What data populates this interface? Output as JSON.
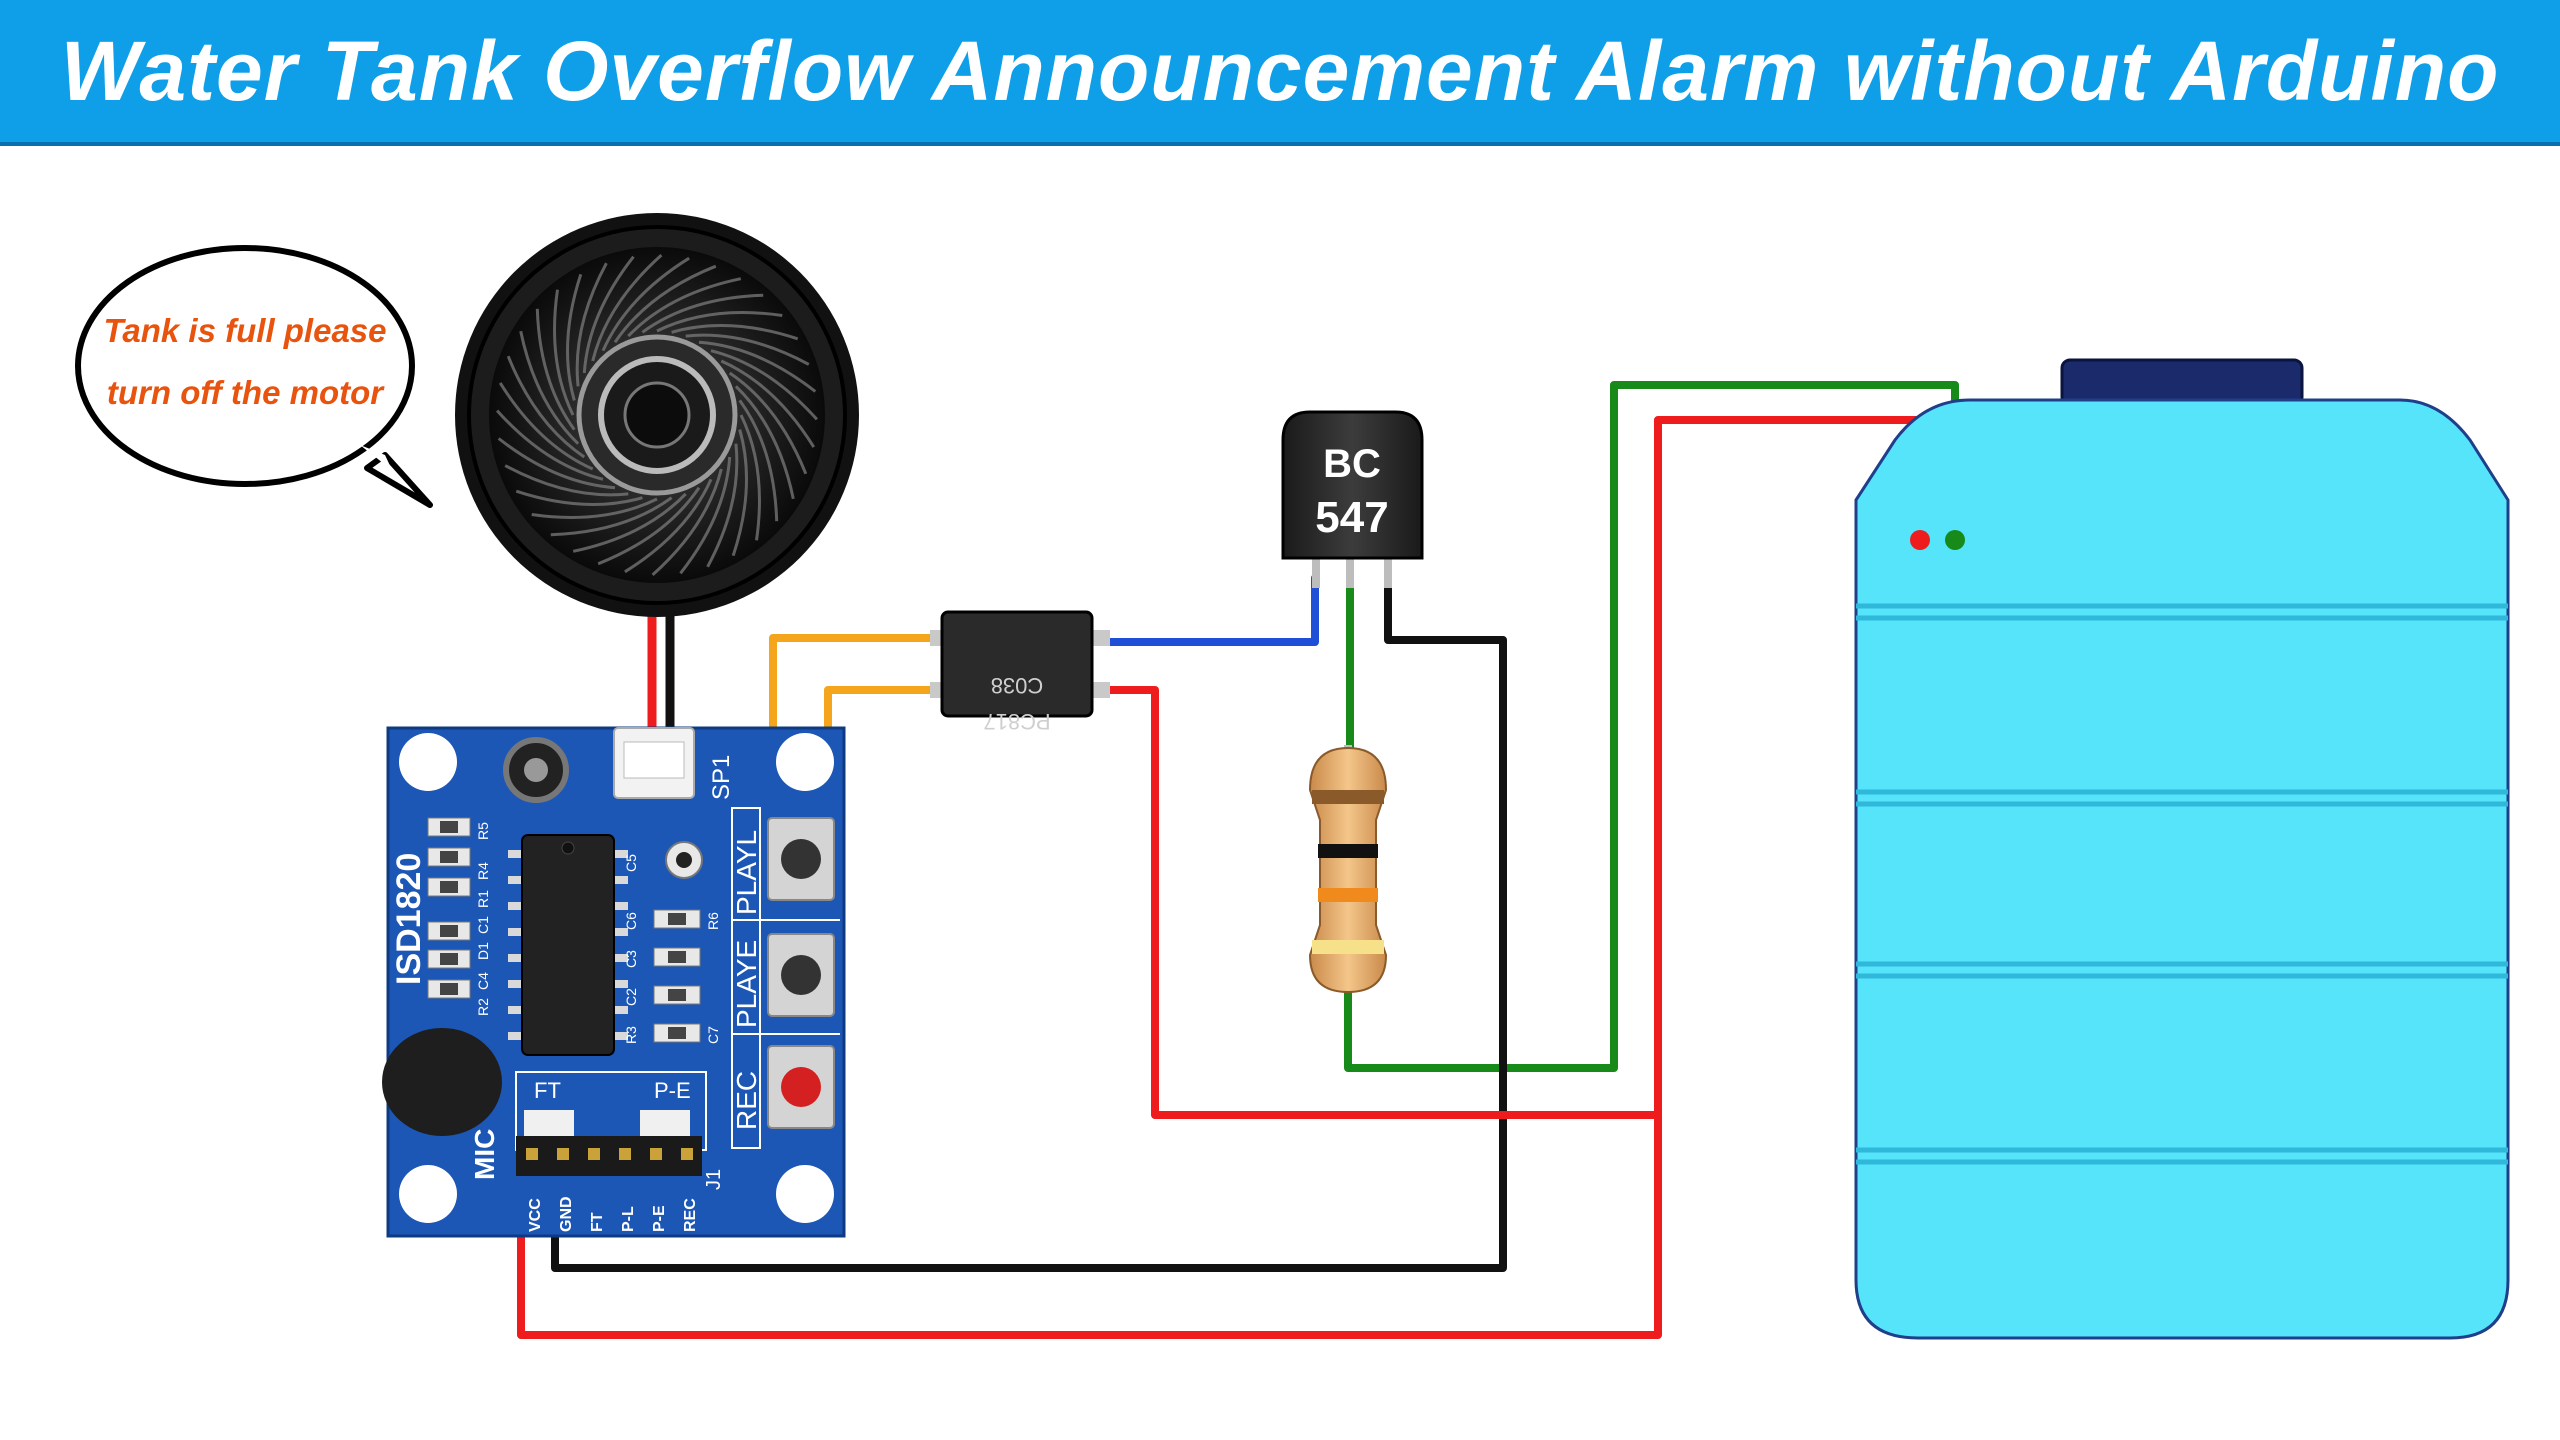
{
  "title": "Water Tank Overflow Announcement Alarm without Arduino",
  "speech_bubble": {
    "line1": "Tank is full please",
    "line2": "turn off the motor",
    "text_color": "#e8530e"
  },
  "components": {
    "transistor": {
      "line1": "BC",
      "line2": "547"
    },
    "optocoupler": {
      "line1": "PC817",
      "line2": "C038"
    },
    "module": {
      "name": "ISD1820",
      "speaker_header": "SP1",
      "buttons": [
        "PLAYL",
        "PLAYE",
        "REC"
      ],
      "jumper_labels": [
        "FT",
        "P-E"
      ],
      "header_label": "J1",
      "mic_label": "MIC",
      "pins": [
        "VCC",
        "GND",
        "FT",
        "P-L",
        "P-E",
        "REC"
      ],
      "part_labels": [
        "R5",
        "R4",
        "R1",
        "C1",
        "D1",
        "C4",
        "R2",
        "C5",
        "C6",
        "C3",
        "C2",
        "R3",
        "C7",
        "R6"
      ]
    }
  },
  "colors": {
    "title_bar": "#0f9ee8",
    "wire_red": "#ee1c1c",
    "wire_black": "#111111",
    "wire_green": "#178a1a",
    "wire_blue": "#1f4fd6",
    "wire_orange": "#f4a51c",
    "tank_fill": "#56e4fb",
    "pcb": "#1c57b5"
  }
}
